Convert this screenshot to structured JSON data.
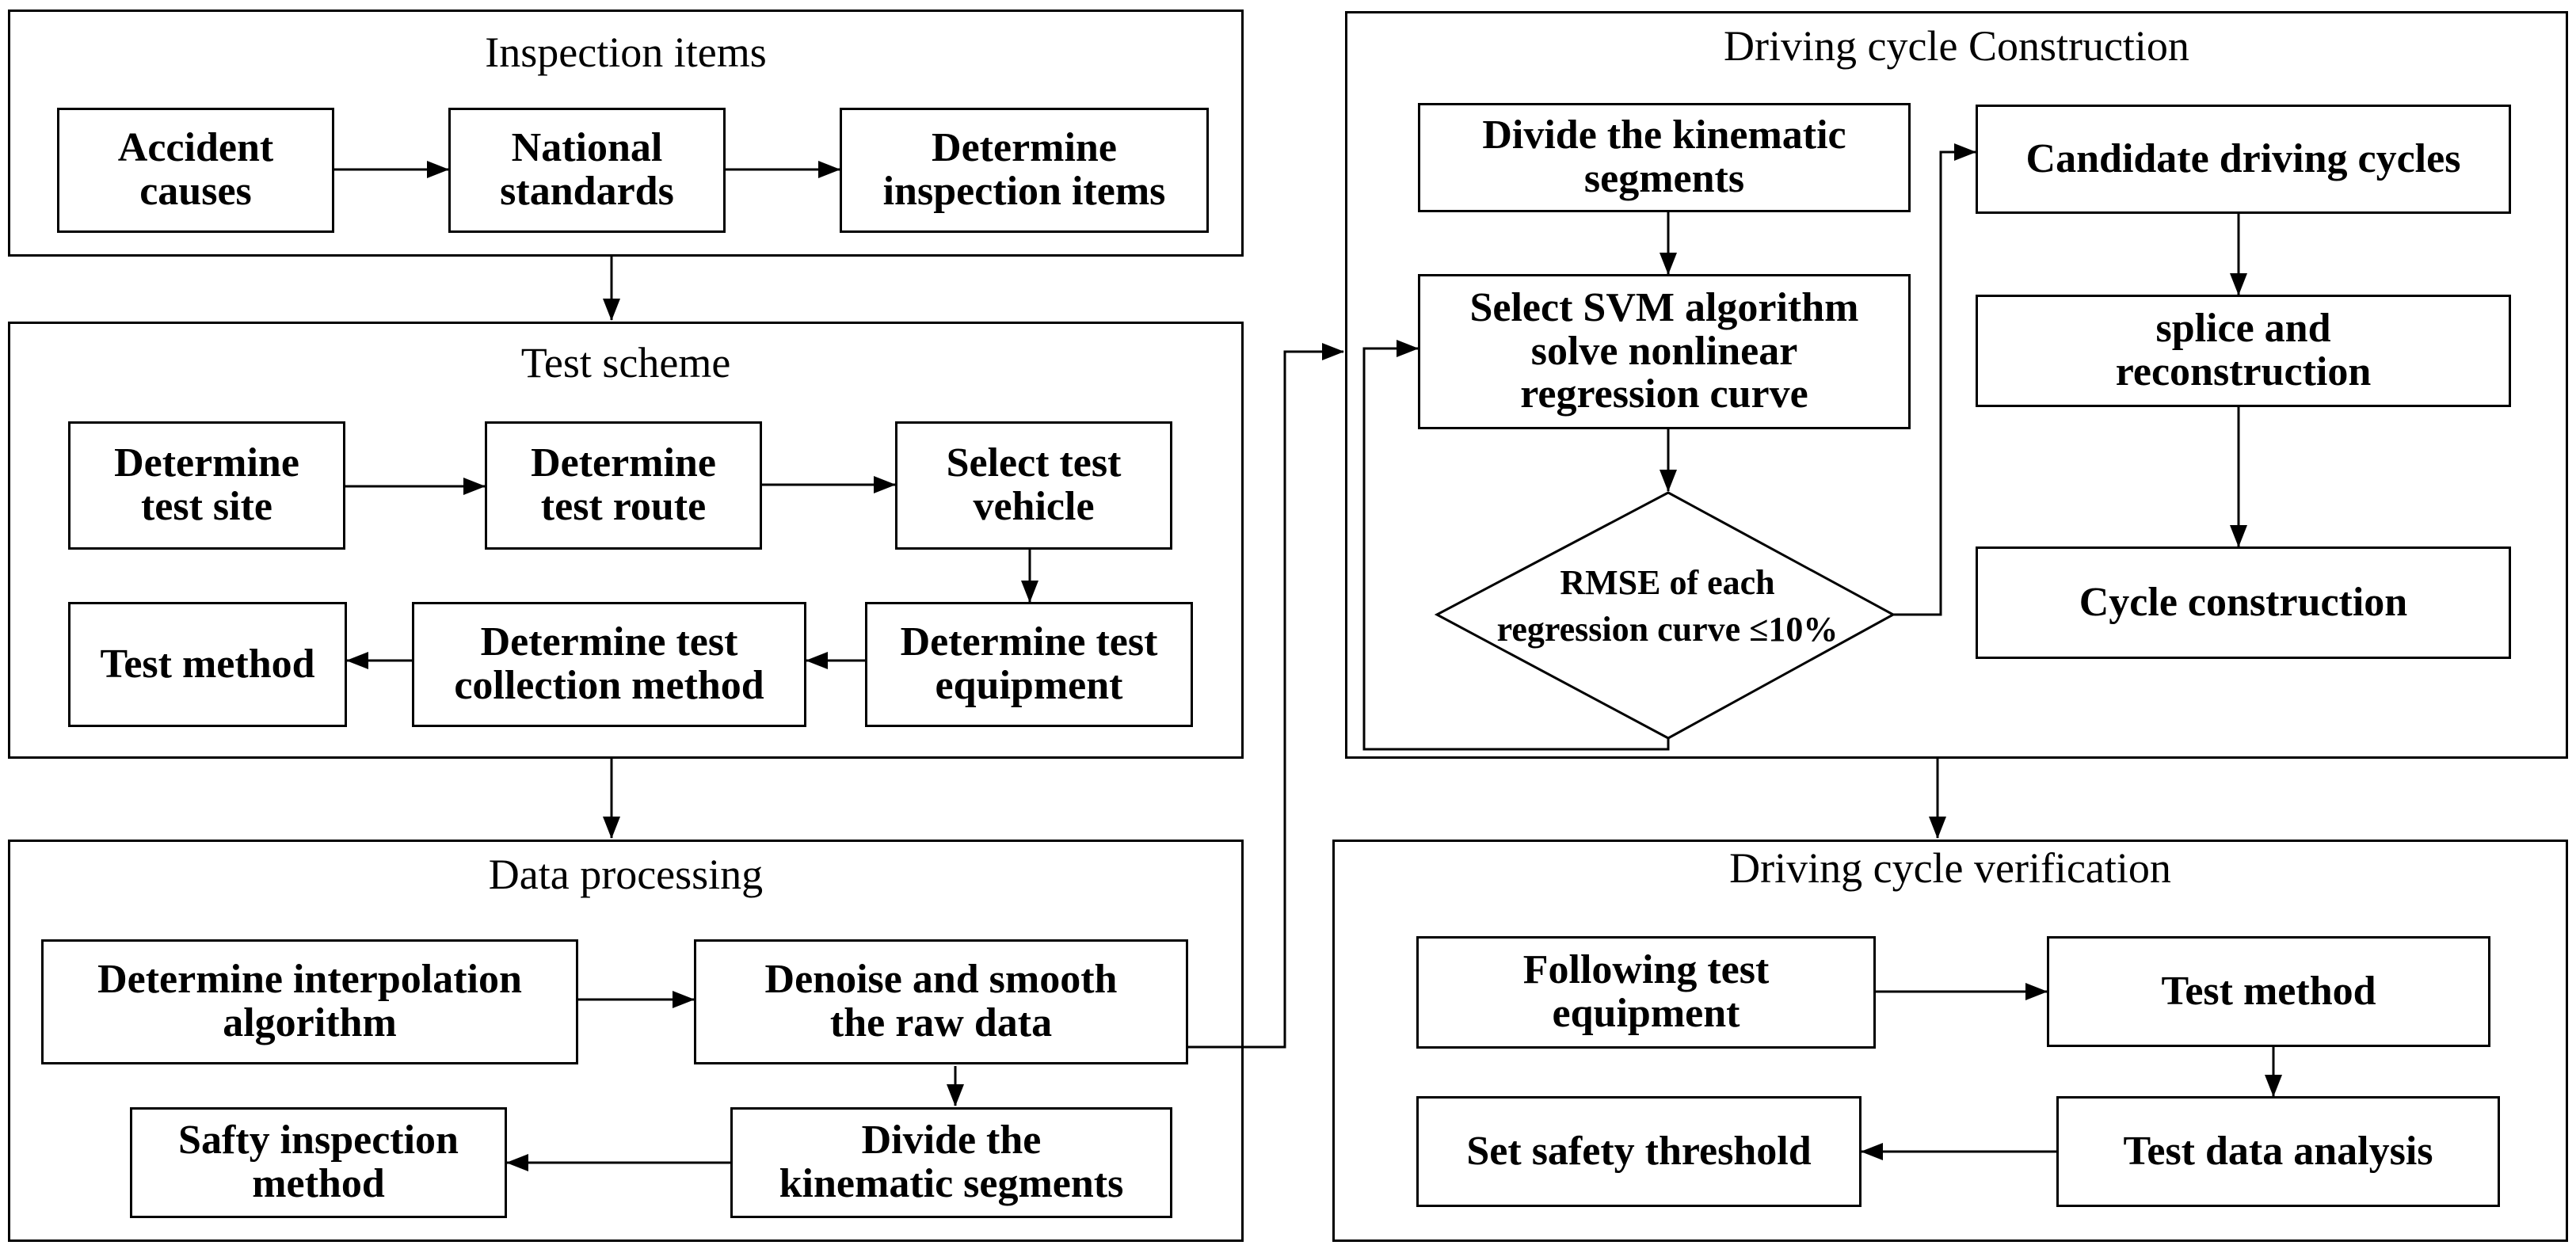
{
  "panels": {
    "inspection": {
      "title": "Inspection  items"
    },
    "test_scheme": {
      "title": "Test scheme"
    },
    "data_processing": {
      "title": "Data processing"
    },
    "construction": {
      "title": "Driving cycle Construction"
    },
    "verification": {
      "title": "Driving cycle verification"
    }
  },
  "nodes": {
    "accident_causes": "Accident\ncauses",
    "national_standards": "National\nstandards",
    "determine_inspection_items": "Determine\ninspection items",
    "determine_test_site": "Determine\ntest site",
    "determine_test_route": "Determine\ntest route",
    "select_test_vehicle": "Select test\nvehicle",
    "test_method": "Test method",
    "determine_collection_method": "Determine test\ncollection method",
    "determine_test_equipment": "Determine test\nequipment",
    "determine_interpolation": "Determine interpolation\nalgorithm",
    "denoise_smooth": "Denoise and smooth\nthe raw data",
    "safety_inspection_method": "Safty inspection\nmethod",
    "divide_segments_dp": "Divide the\nkinematic segments",
    "divide_segments_c": "Divide the kinematic\nsegments",
    "select_svm": "Select SVM algorithm\nsolve nonlinear\nregression curve",
    "rmse_check": "RMSE of each\nregression curve ≤10%",
    "candidate_cycles": "Candidate driving cycles",
    "splice_reconstruction": "splice and\nreconstruction",
    "cycle_construction": "Cycle construction",
    "following_equipment": "Following test\nequipment",
    "test_method_v": "Test method",
    "set_threshold": "Set safety threshold",
    "test_data_analysis": "Test data analysis"
  }
}
